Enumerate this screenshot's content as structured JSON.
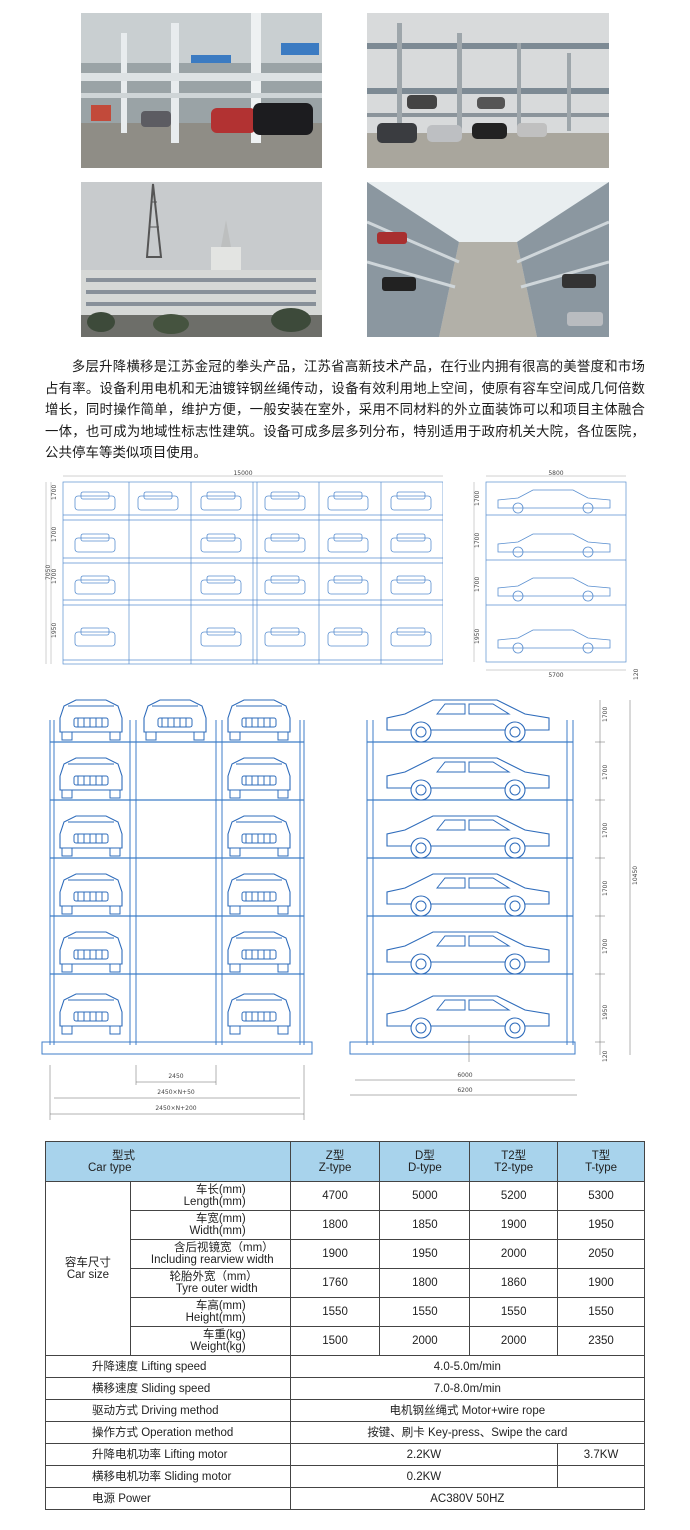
{
  "intro": "多层升降横移是江苏金冠的拳头产品，江苏省高新技术产品，在行业内拥有很高的美誉度和市场占有率。设备利用电机和无油镀锌钢丝绳传动，设备有效利用地上空间，使原有容车空间成几何倍数增长，同时操作简单，维护方便，一般安装在室外，采用不同材料的外立面装饰可以和项目主体融合一体，也可成为地域性标志性建筑。设备可成多层多列分布，特别适用于政府机关大院，各位医院，公共停车等类似项目使用。",
  "drawing1": {
    "width_total": "15000",
    "height_total": "7050",
    "levels": [
      "1700",
      "1700",
      "1700",
      "1950"
    ],
    "side_width": "5800",
    "side_base": "5700",
    "side_levels": [
      "1700",
      "1700",
      "1700",
      "1950"
    ],
    "side_offset": "120"
  },
  "drawing2": {
    "dim_cell": "2450",
    "dim_mid": "2450×N+50",
    "dim_total": "2450×N+200",
    "dim_depth_inner": "6000",
    "dim_depth_outer": "6200",
    "levels": [
      "1700",
      "1700",
      "1700",
      "1700",
      "1700",
      "1950"
    ],
    "height_total": "10450",
    "base_offset": "120"
  },
  "table": {
    "header": {
      "type_zh": "型式",
      "type_en": "Car type",
      "cols": [
        {
          "zh": "Z型",
          "en": "Z-type"
        },
        {
          "zh": "D型",
          "en": "D-type"
        },
        {
          "zh": "T2型",
          "en": "T2-type"
        },
        {
          "zh": "T型",
          "en": "T-type"
        }
      ]
    },
    "group_zh": "容车尺寸",
    "group_en": "Car size",
    "size_rows": [
      {
        "zh": "车长(mm)",
        "en": "Length(mm)",
        "v": [
          "4700",
          "5000",
          "5200",
          "5300"
        ]
      },
      {
        "zh": "车宽(mm)",
        "en": "Width(mm)",
        "v": [
          "1800",
          "1850",
          "1900",
          "1950"
        ]
      },
      {
        "zh": "含后视镜宽（mm）",
        "en": "Including rearview width",
        "v": [
          "1900",
          "1950",
          "2000",
          "2050"
        ]
      },
      {
        "zh": "轮胎外宽（mm）",
        "en": "Tyre outer width",
        "v": [
          "1760",
          "1800",
          "1860",
          "1900"
        ]
      },
      {
        "zh": "车高(mm)",
        "en": "Height(mm)",
        "v": [
          "1550",
          "1550",
          "1550",
          "1550"
        ]
      },
      {
        "zh": "车重(kg)",
        "en": "Weight(kg)",
        "v": [
          "1500",
          "2000",
          "2000",
          "2350"
        ]
      }
    ],
    "lifting_speed": {
      "label": "升降速度 Lifting speed",
      "value": "4.0-5.0m/min"
    },
    "sliding_speed": {
      "label": "横移速度 Sliding speed",
      "value": "7.0-8.0m/min"
    },
    "driving": {
      "label": "驱动方式 Driving method",
      "value": "电机钢丝绳式 Motor+wire rope"
    },
    "operation": {
      "label": "操作方式 Operation method",
      "value": "按键、刷卡 Key-press、Swipe the card"
    },
    "lifting_motor": {
      "label": "升降电机功率 Lifting motor",
      "value_a": "2.2KW",
      "value_b": "3.7KW"
    },
    "sliding_motor": {
      "label": "横移电机功率 Sliding motor",
      "value": "0.2KW"
    },
    "power": {
      "label": "电源 Power",
      "value": "AC380V  50HZ"
    }
  }
}
